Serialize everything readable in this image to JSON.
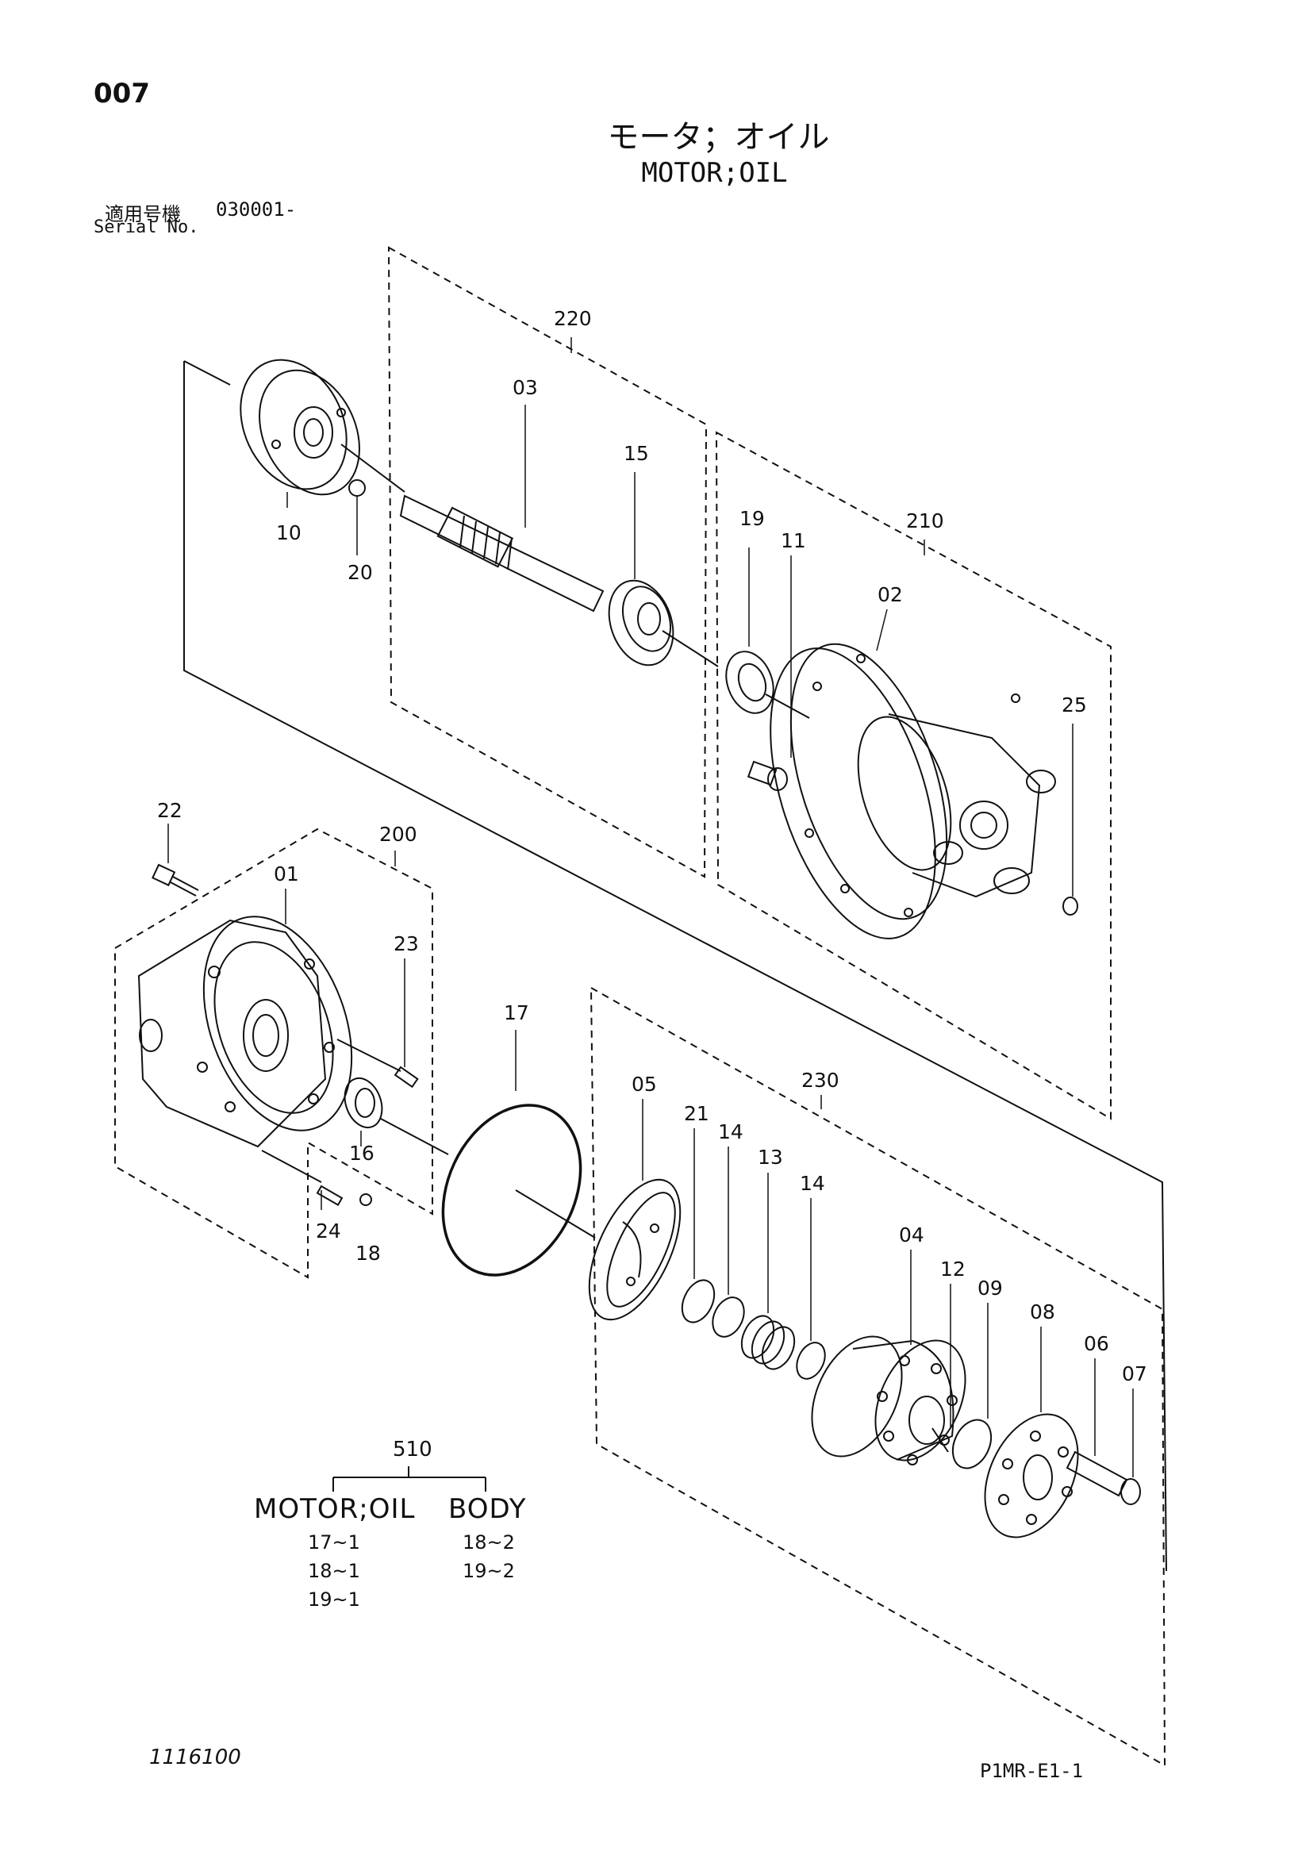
{
  "page_number": "007",
  "title_jp": "モータ；オイル",
  "title_en": "MOTOR;OIL",
  "serial": {
    "label_jp": "適用号機",
    "label_en": "Serial No.",
    "range": "030001-"
  },
  "drawing_number": "1116100",
  "sheet_code": "P1MR-E1-1",
  "part_labels": [
    "220",
    "03",
    "15",
    "10",
    "20",
    "19",
    "11",
    "210",
    "02",
    "25",
    "22",
    "200",
    "01",
    "23",
    "17",
    "16",
    "24",
    "18",
    "05",
    "230",
    "21",
    "14",
    "13",
    "14",
    "04",
    "12",
    "09",
    "08",
    "06",
    "07"
  ],
  "kit_table": {
    "number": "510",
    "columns": [
      {
        "header": "MOTOR;OIL",
        "items": [
          "17~1",
          "18~1",
          "19~1"
        ]
      },
      {
        "header": "BODY",
        "items": [
          "18~2",
          "19~2"
        ]
      }
    ]
  }
}
